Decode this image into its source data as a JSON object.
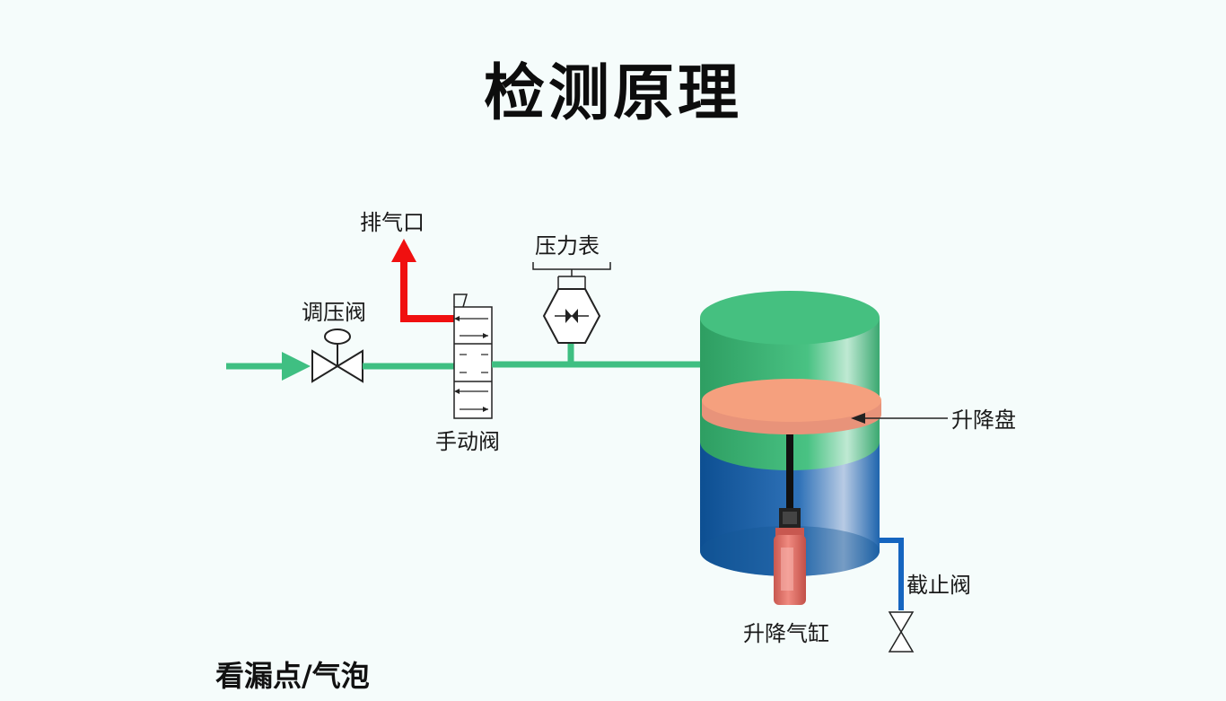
{
  "title": "检测原理",
  "labels": {
    "exhaust_port": "排气口",
    "pressure_regulator": "调压阀",
    "manual_valve": "手动阀",
    "pressure_gauge": "压力表",
    "lifting_plate": "升降盘",
    "stop_valve": "截止阀",
    "lifting_cylinder": "升降气缸"
  },
  "bottom_note": "看漏点/气泡",
  "colors": {
    "air_line": "#3fbf82",
    "exhaust": "#f01010",
    "water_line": "#1565c0",
    "tank_top": "#3dba78",
    "tank_water": "#145a9e",
    "plate": "#f5a07e",
    "cylinder": "#e07068"
  }
}
